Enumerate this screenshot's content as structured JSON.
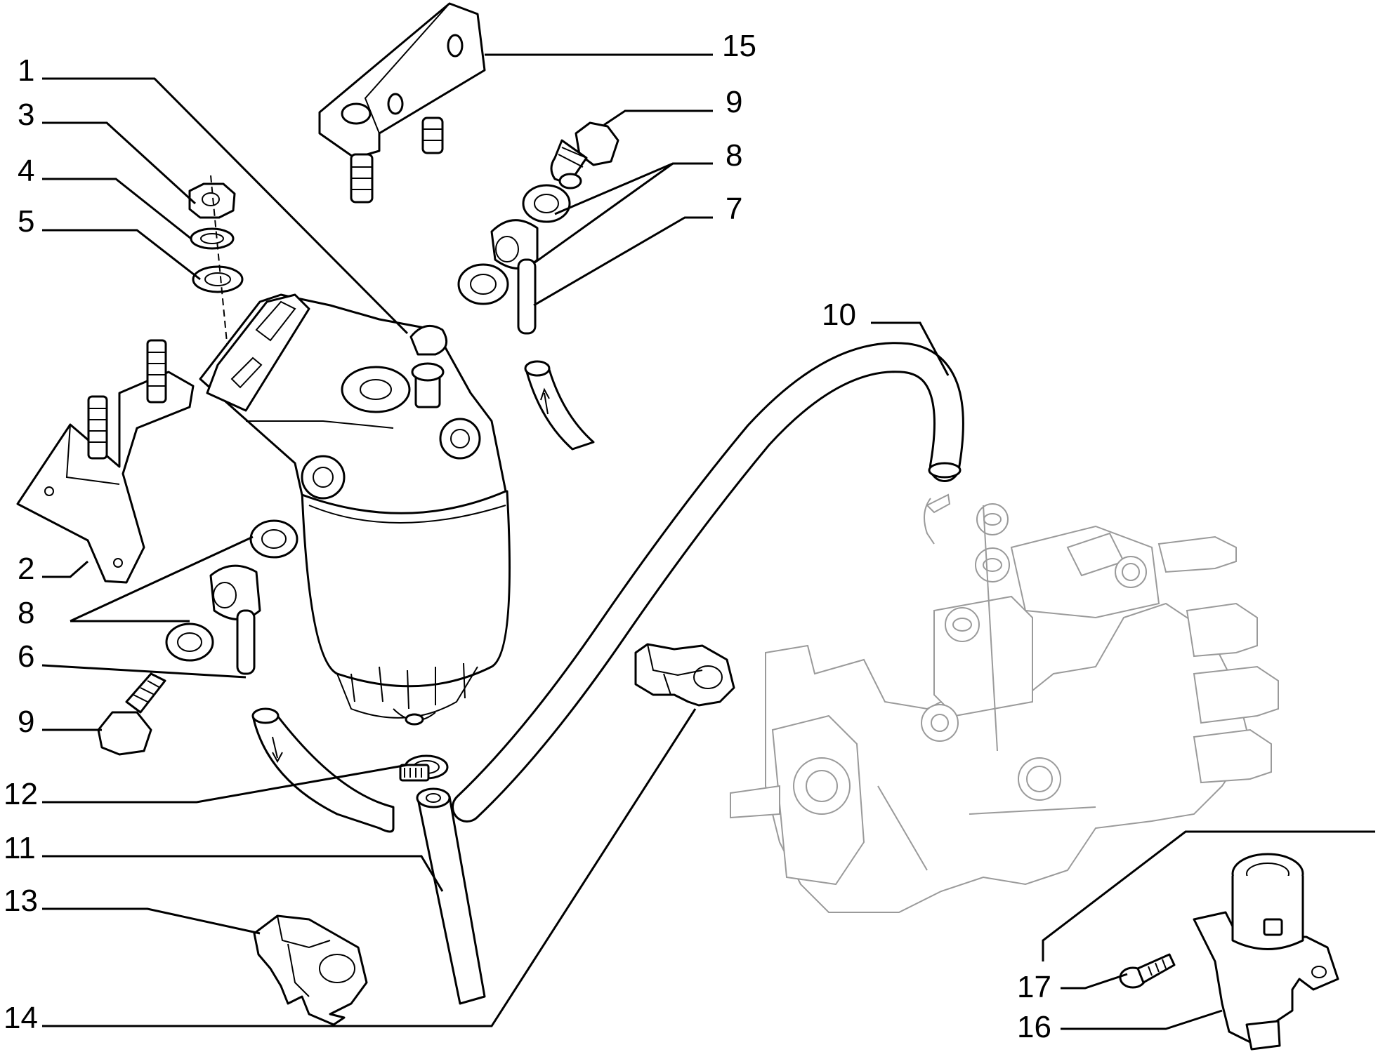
{
  "callouts": [
    {
      "id": "label-1",
      "text": "1"
    },
    {
      "id": "label-3",
      "text": "3"
    },
    {
      "id": "label-4",
      "text": "4"
    },
    {
      "id": "label-5",
      "text": "5"
    },
    {
      "id": "label-2",
      "text": "2"
    },
    {
      "id": "label-8-left",
      "text": "8"
    },
    {
      "id": "label-6",
      "text": "6"
    },
    {
      "id": "label-9-left",
      "text": "9"
    },
    {
      "id": "label-12",
      "text": "12"
    },
    {
      "id": "label-11",
      "text": "11"
    },
    {
      "id": "label-13",
      "text": "13"
    },
    {
      "id": "label-14",
      "text": "14"
    },
    {
      "id": "label-15",
      "text": "15"
    },
    {
      "id": "label-9-right",
      "text": "9"
    },
    {
      "id": "label-8-right",
      "text": "8"
    },
    {
      "id": "label-7",
      "text": "7"
    },
    {
      "id": "label-10",
      "text": "10"
    },
    {
      "id": "label-17",
      "text": "17"
    },
    {
      "id": "label-16",
      "text": "16"
    }
  ]
}
